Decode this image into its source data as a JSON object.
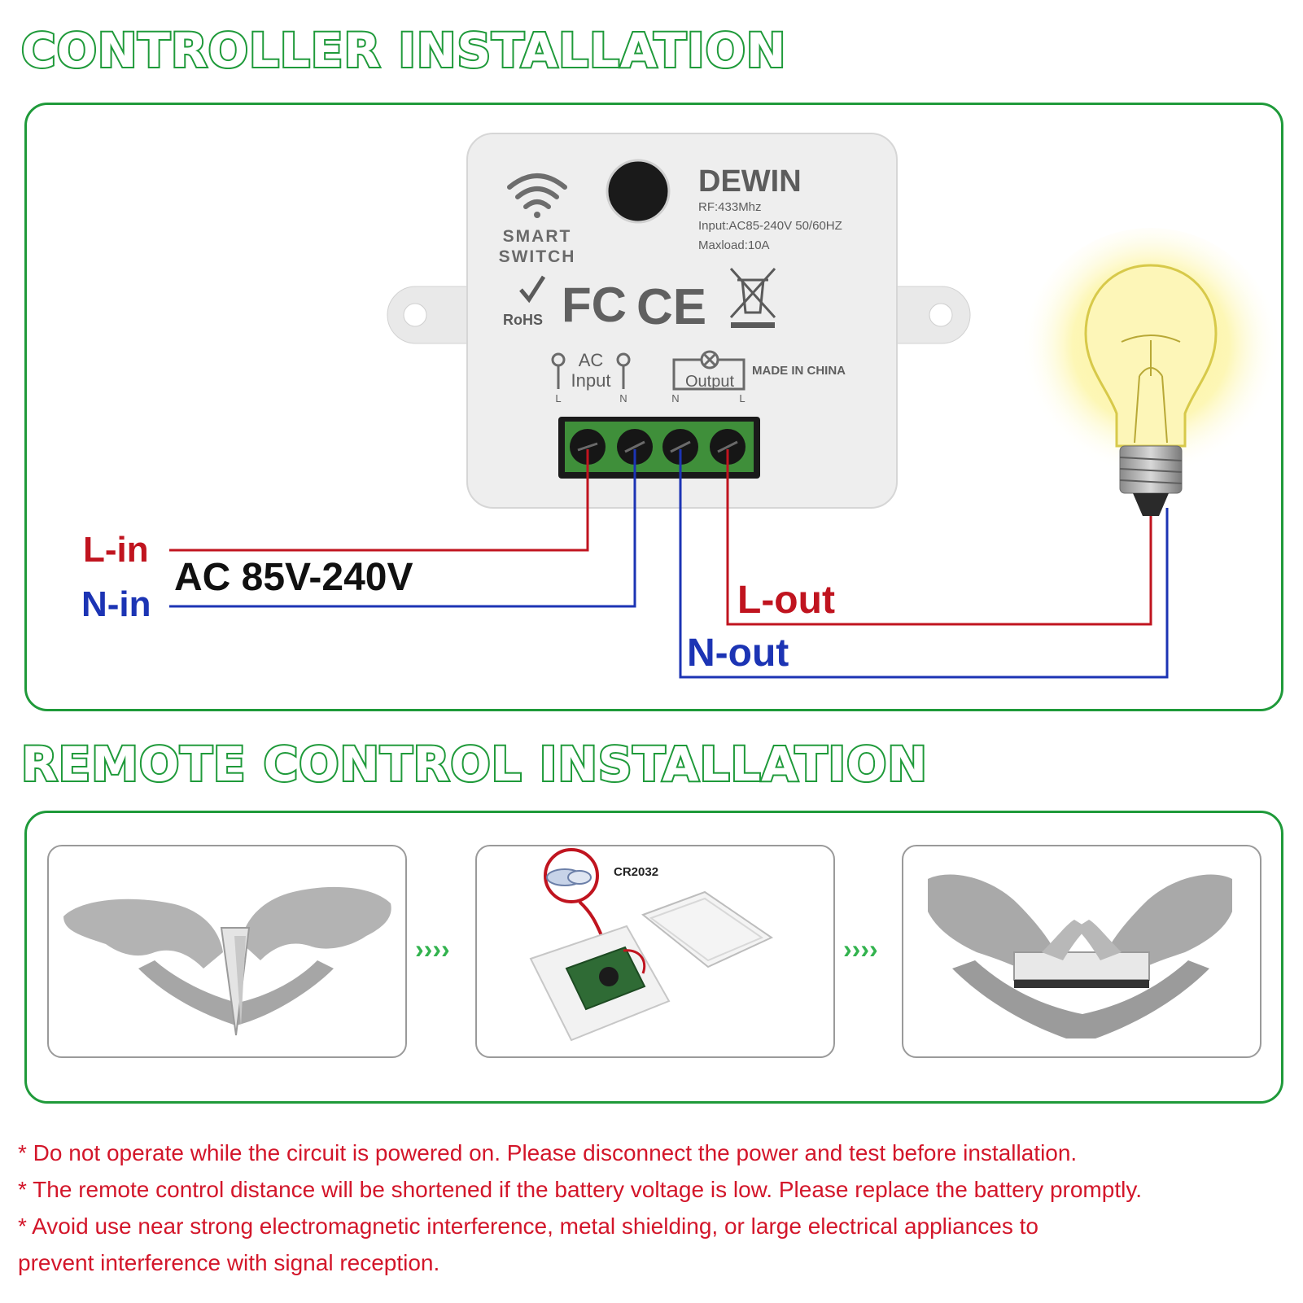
{
  "titles": {
    "controller": "CONTROLLER INSTALLATION",
    "remote": "REMOTE CONTROL INSTALLATION"
  },
  "device": {
    "brand": "DEWIN",
    "spec_rf": "RF:433Mhz",
    "spec_input": "Input:AC85-240V 50/60HZ",
    "spec_load": "Maxload:10A",
    "smart_line1": "SMART",
    "smart_line2": "SWITCH",
    "rohs": "RoHS",
    "fcc": "FC",
    "ce": "CE",
    "ac_label": "AC",
    "input_label": "Input",
    "output_label": "Output",
    "made_in": "MADE IN CHINA",
    "term_l": "L",
    "term_n": "N"
  },
  "wiring": {
    "l_in": "L-in",
    "n_in": "N-in",
    "voltage": "AC 85V-240V",
    "l_out": "L-out",
    "n_out": "N-out"
  },
  "remote": {
    "battery": "CR2032",
    "arrows": "››››"
  },
  "notes": [
    "* Do not operate while the circuit is powered on. Please disconnect the power and test before installation.",
    "* The remote control distance will be shortened if the battery voltage is low. Please replace the battery promptly.",
    "* Avoid use near strong electromagnetic interference, metal shielding, or large electrical appliances to",
    "prevent interference with signal reception."
  ],
  "colors": {
    "green": "#1f9a3a",
    "live": "#c0141f",
    "neutral": "#1c34b4",
    "note": "#d3162a"
  }
}
